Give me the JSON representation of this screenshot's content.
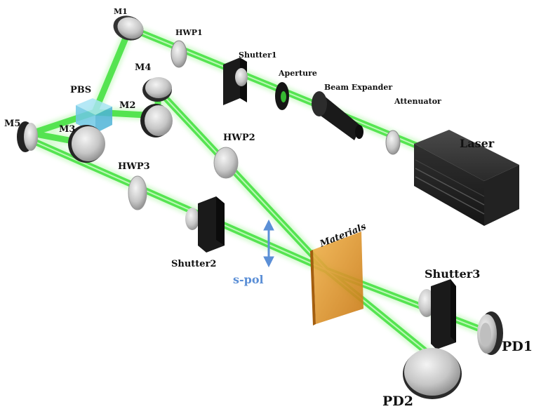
{
  "labels": {
    "m1": "M1",
    "hwp1": "HWP1",
    "shutter1": "Shutter1",
    "aperture": "Aperture",
    "beam_expander": "Beam Expander",
    "attenuator": "Attenuator",
    "laser": "Laser",
    "m4": "M4",
    "pbs": "PBS",
    "m2": "M2",
    "m5": "M5",
    "m3": "M3",
    "hwp2": "HWP2",
    "hwp3": "HWP3",
    "shutter2": "Shutter2",
    "materials": "Materials",
    "s_pol": "s-pol",
    "shutter3": "Shutter3",
    "pd1": "PD1",
    "pd2": "PD2"
  },
  "colors": {
    "beam": "#3ee03a",
    "beam_glow": "#9af58f",
    "pbs": "#7fd3ee",
    "materials": "#e39a2a",
    "s_pol": "#5b8fd6",
    "hardware": "#1c1c1c",
    "optic_silver": "#c8c8c8"
  }
}
